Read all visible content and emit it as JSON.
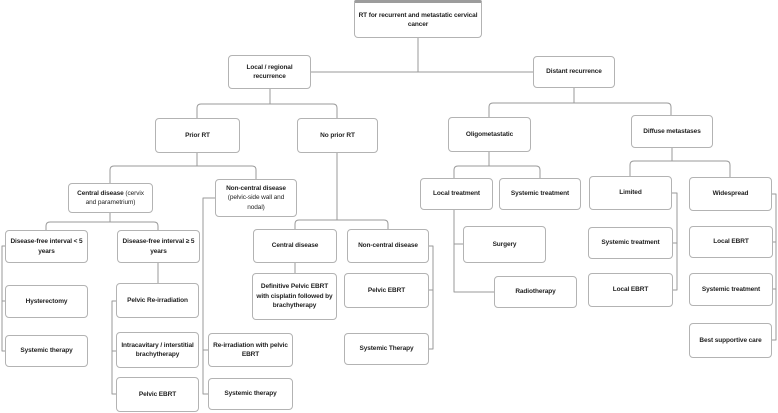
{
  "diagram_title": "RT for recurrent and metastatic cervical cancer",
  "colors": {
    "background": "#ffffff",
    "box_border": "#b3b3b3",
    "connector": "#999999",
    "text": "#1f1f1f"
  },
  "nodes": {
    "root": {
      "label": "RT for recurrent and metastatic cervical cancer"
    },
    "local_regional": {
      "label": "Local / regional recurrence"
    },
    "distant": {
      "label": "Distant recurrence"
    },
    "prior_rt": {
      "label": "Prior RT"
    },
    "no_prior_rt": {
      "label": "No prior RT"
    },
    "oligometastatic": {
      "label": "Oligometastatic"
    },
    "diffuse_metastases": {
      "label": "Diffuse metastases"
    },
    "central_disease_prior": {
      "bold": "Central disease",
      "rest": " (cervix and parametrium)"
    },
    "non_central_prior": {
      "bold": "Non-central disease",
      "rest": " (pelvic-side wall and nodal)"
    },
    "dfi_lt5": {
      "label": "Disease-free interval < 5 years"
    },
    "dfi_ge5": {
      "label": "Disease-free interval ≥ 5 years"
    },
    "hysterectomy": {
      "label": "Hysterectomy"
    },
    "systemic_therapy_lt5": {
      "label": "Systemic therapy"
    },
    "pelvic_reirradiation": {
      "label": "Pelvic Re-irradiation"
    },
    "intracavitary_brachytherapy": {
      "label": "Intracavitary / interstitial brachytherapy"
    },
    "pelvic_ebrt_prior": {
      "label": "Pelvic EBRT"
    },
    "reirradiation_pelvic_ebrt": {
      "label": "Re-irradiation with pelvic EBRT"
    },
    "systemic_therapy_noncentral_prior": {
      "label": "Systemic therapy"
    },
    "central_disease_noprior": {
      "label": "Central disease"
    },
    "non_central_noprior": {
      "label": "Non-central disease"
    },
    "definitive_pelvic_ebrt": {
      "label": "Definitive Pelvic EBRT with cisplatin followed by brachytherapy"
    },
    "pelvic_ebrt_noprior": {
      "label": "Pelvic EBRT"
    },
    "systemic_therapy_noprior": {
      "label": "Systemic Therapy"
    },
    "local_treatment": {
      "label": "Local treatment"
    },
    "systemic_treatment_oligo": {
      "label": "Systemic treatment"
    },
    "limited": {
      "label": "Limited"
    },
    "widespread": {
      "label": "Widespread"
    },
    "surgery": {
      "label": "Surgery"
    },
    "radiotherapy": {
      "label": "Radiotherapy"
    },
    "systemic_treatment_limited": {
      "label": "Systemic treatment"
    },
    "local_ebrt_limited": {
      "label": "Local EBRT"
    },
    "local_ebrt_widespread": {
      "label": "Local EBRT"
    },
    "systemic_treatment_widespread": {
      "label": "Systemic treatment"
    },
    "best_supportive_care": {
      "label": "Best supportive care"
    }
  }
}
